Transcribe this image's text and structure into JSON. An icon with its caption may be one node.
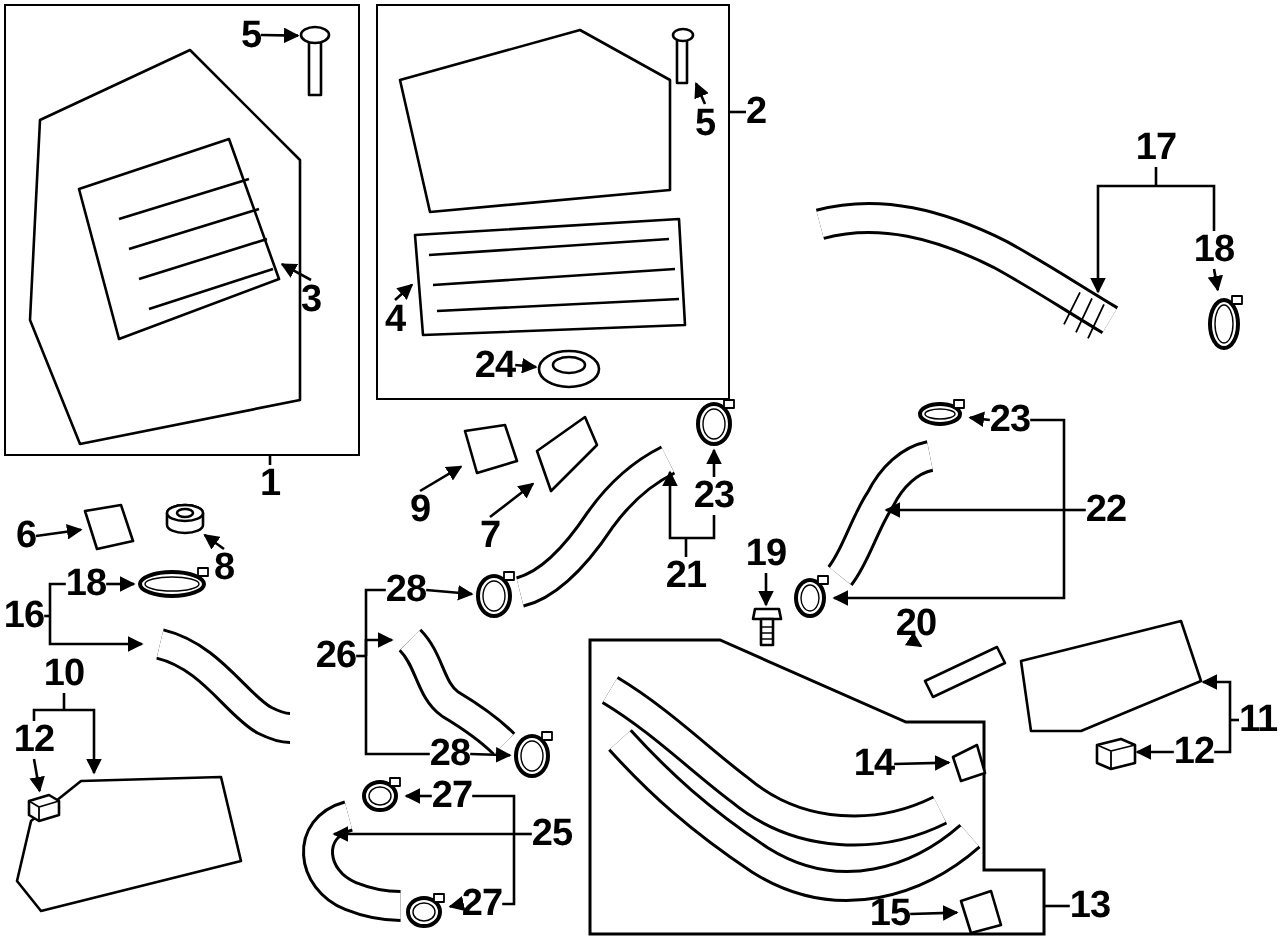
{
  "diagram": {
    "nodes": [
      {
        "text": [],
        "shape": "box"
      },
      {
        "text": [
          "5"
        ],
        "in": 0
      },
      {
        "text": [
          "3"
        ],
        "in": 0
      },
      {
        "text": [],
        "shape": "box"
      },
      {
        "text": [
          "5"
        ],
        "in": 3
      },
      {
        "text": [
          "4"
        ],
        "in": 3
      },
      {
        "text": [
          "2"
        ]
      },
      {
        "text": [
          "1"
        ]
      },
      {
        "text": [
          "17"
        ]
      },
      {
        "text": [
          "18"
        ]
      },
      {
        "text": [
          "24"
        ],
        "in": 3
      },
      {
        "text": [
          "23"
        ]
      },
      {
        "text": [
          "22"
        ]
      },
      {
        "text": [
          "9"
        ]
      },
      {
        "text": [
          "7"
        ]
      },
      {
        "text": [
          "23"
        ]
      },
      {
        "text": [
          "21"
        ]
      },
      {
        "text": [
          "6"
        ]
      },
      {
        "text": [
          "8"
        ]
      },
      {
        "text": [
          "18"
        ]
      },
      {
        "text": [
          "16"
        ]
      },
      {
        "text": [
          "19"
        ]
      },
      {
        "text": [
          "28"
        ]
      },
      {
        "text": [
          "20"
        ]
      },
      {
        "text": [
          "26"
        ]
      },
      {
        "text": [
          "10"
        ]
      },
      {
        "text": [],
        "shape": "box"
      },
      {
        "text": [
          "14"
        ],
        "in": 26
      },
      {
        "text": [
          "11"
        ]
      },
      {
        "text": [
          "12"
        ]
      },
      {
        "text": [
          "12"
        ]
      },
      {
        "text": [
          "28"
        ]
      },
      {
        "text": [
          "27"
        ]
      },
      {
        "text": [
          "25"
        ]
      },
      {
        "text": [
          "27"
        ]
      },
      {
        "text": [
          "15"
        ],
        "in": 26
      },
      {
        "text": [
          "13"
        ]
      },
      {
        "text": [],
        "shape": "picture",
        "in": 0
      },
      {
        "text": [],
        "shape": "picture",
        "in": 0
      },
      {
        "text": [],
        "shape": "picture",
        "in": 3
      },
      {
        "text": [],
        "shape": "picture",
        "in": 3
      },
      {
        "text": [],
        "shape": "picture",
        "in": 3
      },
      {
        "text": [],
        "shape": "picture"
      },
      {
        "text": [],
        "shape": "picture"
      },
      {
        "text": [],
        "shape": "picture"
      },
      {
        "text": [],
        "shape": "picture"
      },
      {
        "text": [],
        "shape": "picture"
      },
      {
        "text": [],
        "shape": "picture"
      },
      {
        "text": [],
        "shape": "picture"
      },
      {
        "text": [],
        "shape": "picture"
      },
      {
        "text": [],
        "shape": "picture"
      },
      {
        "text": [],
        "shape": "picture"
      },
      {
        "text": [],
        "shape": "picture"
      },
      {
        "text": [],
        "shape": "picture"
      },
      {
        "text": [],
        "shape": "picture"
      },
      {
        "text": [],
        "shape": "picture"
      },
      {
        "text": [],
        "shape": "picture"
      },
      {
        "text": [],
        "shape": "picture"
      },
      {
        "text": [],
        "shape": "picture"
      },
      {
        "text": [],
        "shape": "picture"
      },
      {
        "text": [],
        "shape": "picture"
      },
      {
        "text": [],
        "shape": "picture"
      },
      {
        "text": [],
        "shape": "picture",
        "in": 26
      },
      {
        "text": [],
        "shape": "picture"
      },
      {
        "text": [],
        "shape": "picture"
      },
      {
        "text": [],
        "shape": "picture"
      },
      {
        "text": [],
        "shape": "picture"
      },
      {
        "text": [],
        "shape": "picture"
      },
      {
        "text": [],
        "shape": "picture",
        "in": 26
      }
    ],
    "edges": [
      {
        "from": 1,
        "to": 37,
        "arrow": "to"
      },
      {
        "from": 2,
        "to": 38,
        "arrow": "to"
      },
      {
        "from": 4,
        "to": 39,
        "arrow": "to"
      },
      {
        "from": 5,
        "to": 40,
        "arrow": "to"
      },
      {
        "from": 6,
        "to": 3,
        "arrow": "none"
      },
      {
        "from": 7,
        "to": 0,
        "arrow": "none"
      },
      {
        "from": 8,
        "to": 42,
        "arrow": "to"
      },
      {
        "from": 8,
        "to": 9,
        "arrow": "none"
      },
      {
        "from": 9,
        "to": 43,
        "arrow": "to"
      },
      {
        "from": 10,
        "to": 41,
        "arrow": "to"
      },
      {
        "from": 11,
        "to": 44,
        "arrow": "to"
      },
      {
        "from": 12,
        "to": 11,
        "arrow": "none"
      },
      {
        "from": 12,
        "to": 45,
        "arrow": "to"
      },
      {
        "from": 12,
        "to": 46,
        "arrow": "to"
      },
      {
        "from": 13,
        "to": 47,
        "arrow": "to"
      },
      {
        "from": 14,
        "to": 48,
        "arrow": "to"
      },
      {
        "from": 15,
        "to": 49,
        "arrow": "to"
      },
      {
        "from": 16,
        "to": 50,
        "arrow": "to"
      },
      {
        "from": 16,
        "to": 15,
        "arrow": "none"
      },
      {
        "from": 17,
        "to": 51,
        "arrow": "to"
      },
      {
        "from": 18,
        "to": 52,
        "arrow": "to"
      },
      {
        "from": 19,
        "to": 53,
        "arrow": "to"
      },
      {
        "from": 20,
        "to": 19,
        "arrow": "none"
      },
      {
        "from": 20,
        "to": 54,
        "arrow": "to"
      },
      {
        "from": 21,
        "to": 55,
        "arrow": "to"
      },
      {
        "from": 22,
        "to": 56,
        "arrow": "to"
      },
      {
        "from": 23,
        "to": 57,
        "arrow": "to"
      },
      {
        "from": 24,
        "to": 22,
        "arrow": "none"
      },
      {
        "from": 24,
        "to": 58,
        "arrow": "to"
      },
      {
        "from": 24,
        "to": 31,
        "arrow": "none"
      },
      {
        "from": 25,
        "to": 29,
        "arrow": "none"
      },
      {
        "from": 25,
        "to": 60,
        "arrow": "to"
      },
      {
        "from": 27,
        "to": 62,
        "arrow": "to"
      },
      {
        "from": 28,
        "to": 63,
        "arrow": "to"
      },
      {
        "from": 28,
        "to": 30,
        "arrow": "none"
      },
      {
        "from": 29,
        "to": 61,
        "arrow": "to"
      },
      {
        "from": 30,
        "to": 64,
        "arrow": "to"
      },
      {
        "from": 31,
        "to": 59,
        "arrow": "to"
      },
      {
        "from": 32,
        "to": 65,
        "arrow": "to"
      },
      {
        "from": 33,
        "to": 32,
        "arrow": "none"
      },
      {
        "from": 33,
        "to": 66,
        "arrow": "to"
      },
      {
        "from": 33,
        "to": 34,
        "arrow": "none"
      },
      {
        "from": 34,
        "to": 67,
        "arrow": "to"
      },
      {
        "from": 35,
        "to": 68,
        "arrow": "to"
      },
      {
        "from": 36,
        "to": 26,
        "arrow": "none"
      }
    ]
  }
}
